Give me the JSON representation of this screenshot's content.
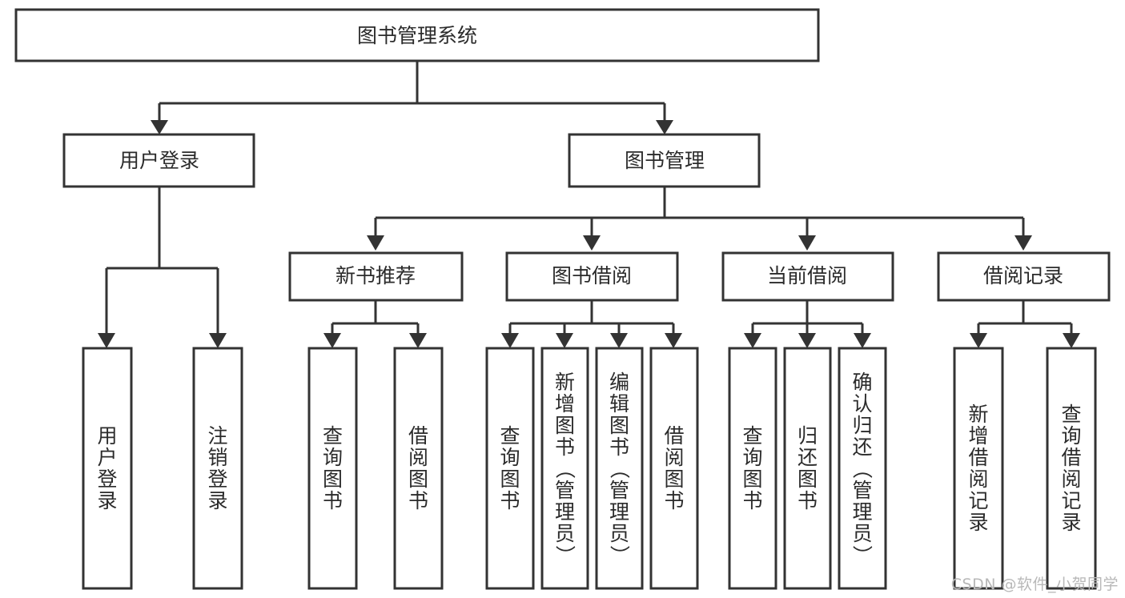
{
  "diagram": {
    "type": "tree-hierarchy",
    "title": "图书管理系统",
    "root": {
      "id": "root",
      "label": "图书管理系统",
      "orientation": "horizontal"
    },
    "level2": [
      {
        "id": "user-login",
        "label": "用户登录",
        "orientation": "horizontal"
      },
      {
        "id": "book-management",
        "label": "图书管理",
        "orientation": "horizontal"
      }
    ],
    "level3": [
      {
        "id": "new-book-recommend",
        "label": "新书推荐",
        "orientation": "horizontal",
        "parent": "book-management"
      },
      {
        "id": "book-borrow",
        "label": "图书借阅",
        "orientation": "horizontal",
        "parent": "book-management"
      },
      {
        "id": "current-borrow",
        "label": "当前借阅",
        "orientation": "horizontal",
        "parent": "book-management"
      },
      {
        "id": "borrow-record",
        "label": "借阅记录",
        "orientation": "horizontal",
        "parent": "book-management"
      }
    ],
    "leaves": [
      {
        "id": "leaf-user-login",
        "label": "用户登录",
        "parent": "user-login",
        "orientation": "vertical"
      },
      {
        "id": "leaf-logout",
        "label": "注销登录",
        "parent": "user-login",
        "orientation": "vertical"
      },
      {
        "id": "leaf-query-book-1",
        "label": "查询图书",
        "parent": "new-book-recommend",
        "orientation": "vertical"
      },
      {
        "id": "leaf-borrow-book-1",
        "label": "借阅图书",
        "parent": "new-book-recommend",
        "orientation": "vertical"
      },
      {
        "id": "leaf-query-book-2",
        "label": "查询图书",
        "parent": "book-borrow",
        "orientation": "vertical"
      },
      {
        "id": "leaf-add-book",
        "label": "新增图书（管理员）",
        "parent": "book-borrow",
        "orientation": "vertical"
      },
      {
        "id": "leaf-edit-book",
        "label": "编辑图书（管理员）",
        "parent": "book-borrow",
        "orientation": "vertical"
      },
      {
        "id": "leaf-borrow-book-2",
        "label": "借阅图书",
        "parent": "book-borrow",
        "orientation": "vertical"
      },
      {
        "id": "leaf-query-book-3",
        "label": "查询图书",
        "parent": "current-borrow",
        "orientation": "vertical"
      },
      {
        "id": "leaf-return-book",
        "label": "归还图书",
        "parent": "current-borrow",
        "orientation": "vertical"
      },
      {
        "id": "leaf-confirm-return",
        "label": "确认归还（管理员）",
        "parent": "current-borrow",
        "orientation": "vertical"
      },
      {
        "id": "leaf-add-record",
        "label": "新增借阅记录",
        "parent": "borrow-record",
        "orientation": "vertical"
      },
      {
        "id": "leaf-query-record",
        "label": "查询借阅记录",
        "parent": "borrow-record",
        "orientation": "vertical"
      }
    ],
    "colors": {
      "box_stroke": "#333333",
      "box_fill": "#ffffff",
      "text": "#2b2b2b",
      "connector": "#333333",
      "watermark": "#b8b8b8",
      "background": "#ffffff"
    }
  },
  "watermark": {
    "text": "CSDN @软件_小贺同学"
  }
}
